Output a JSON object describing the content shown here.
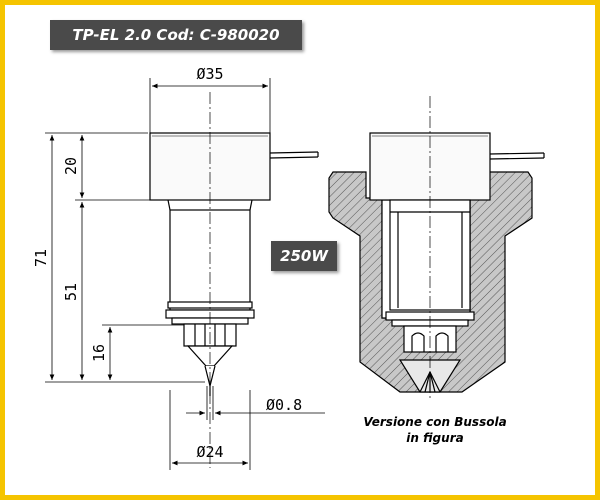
{
  "title": "TP-EL 2.0 Cod: C-980020",
  "power": "250W",
  "caption": {
    "line1": "Versione con Bussola",
    "line2": "in figura"
  },
  "dimensions": {
    "top_diameter": "Ø35",
    "head_height": "20",
    "total_height": "71",
    "body_height": "51",
    "nozzle_height": "16",
    "tip_diameter": "Ø0.8",
    "bottom_diameter": "Ø24"
  },
  "colors": {
    "frame": "#f5c400",
    "badge": "#4a4a4a"
  }
}
